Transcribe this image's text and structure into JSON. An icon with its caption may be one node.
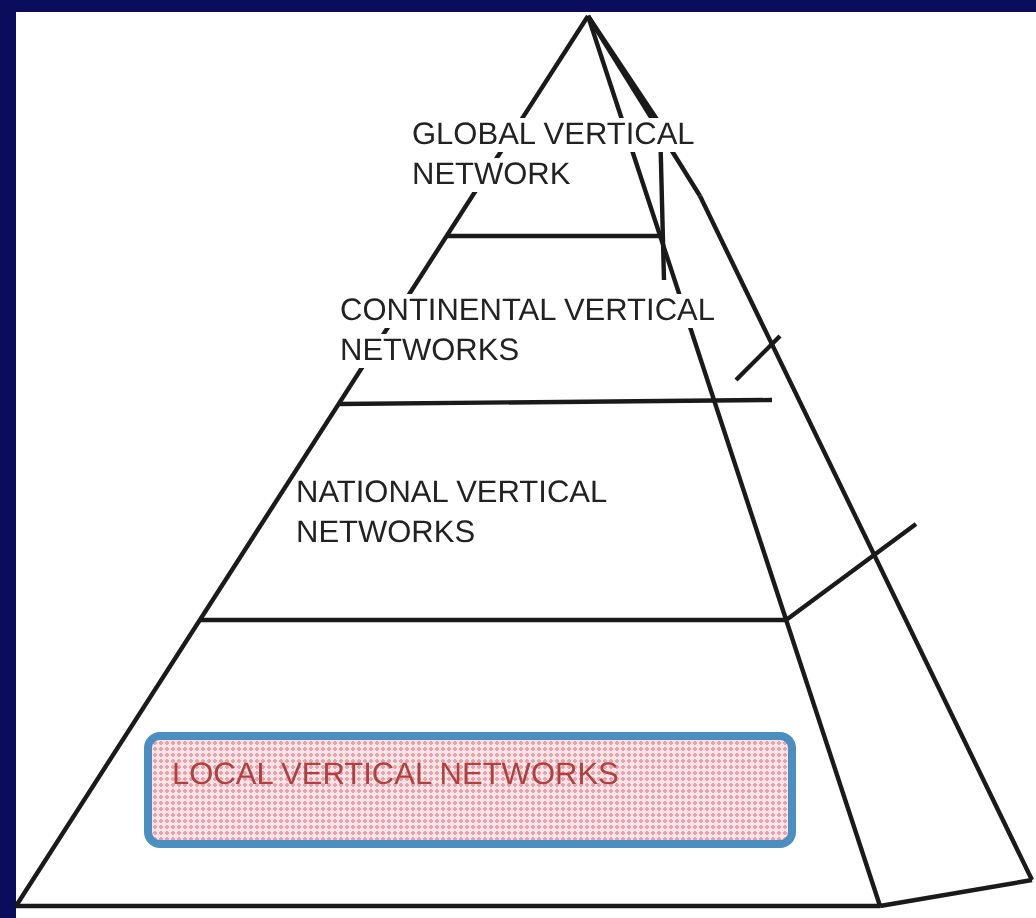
{
  "diagram": {
    "nodes": [
      {
        "text": [
          "GLOBAL VERTICAL NETWORK"
        ]
      },
      {
        "text": [
          "CONTINENTAL VERTICAL NETWORKS"
        ]
      },
      {
        "text": [
          "NATIONAL VERTICAL NETWORKS"
        ]
      },
      {
        "text": [
          "LOCAL VERTICAL NETWORKS"
        ]
      }
    ]
  }
}
